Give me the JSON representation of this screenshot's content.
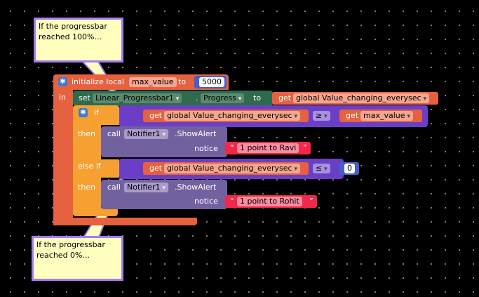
{
  "comments": {
    "top": "If the progressbar\nreached 100%...",
    "bottom": "If the progressbar\nreached 0%..."
  },
  "init_local": {
    "keyword": "initialize local",
    "var_name": "max_value",
    "to": "to",
    "value": "5000",
    "in": "in"
  },
  "setter": {
    "keyword": "set",
    "component": "Linear_Progressbar1",
    "dot": ".",
    "property": "Progress",
    "to": "to",
    "get": "get",
    "variable": "global Value_changing_everysec"
  },
  "if_block": {
    "if_label": "if",
    "then_label": "then",
    "else_if_label": "else if",
    "then2_label": "then"
  },
  "compare1": {
    "get_left": "get",
    "var_left": "global Value_changing_everysec",
    "operator": "≥",
    "get_right": "get",
    "var_right": "max_value"
  },
  "compare2": {
    "get_left": "get",
    "var_left": "global Value_changing_everysec",
    "operator": "≤",
    "value": "0"
  },
  "alert1": {
    "call": "call",
    "component": "Notifier1",
    "method": ".ShowAlert",
    "notice": "notice",
    "text": "1 point to Ravi"
  },
  "alert2": {
    "call": "call",
    "component": "Notifier1",
    "method": ".ShowAlert",
    "notice": "notice",
    "text": "1 point to Rohit"
  },
  "colors": {
    "variables": "#e5613f",
    "components_set": "#2e6b4d",
    "control": "#f5a030",
    "logic": "#6b3ec8",
    "math": "#4660c8",
    "notifier": "#72619f",
    "text": "#f2284b",
    "comment_bg": "#fefebe",
    "comment_border": "#a67cf0"
  },
  "icons": [
    "gear-icon",
    "question-icon"
  ]
}
